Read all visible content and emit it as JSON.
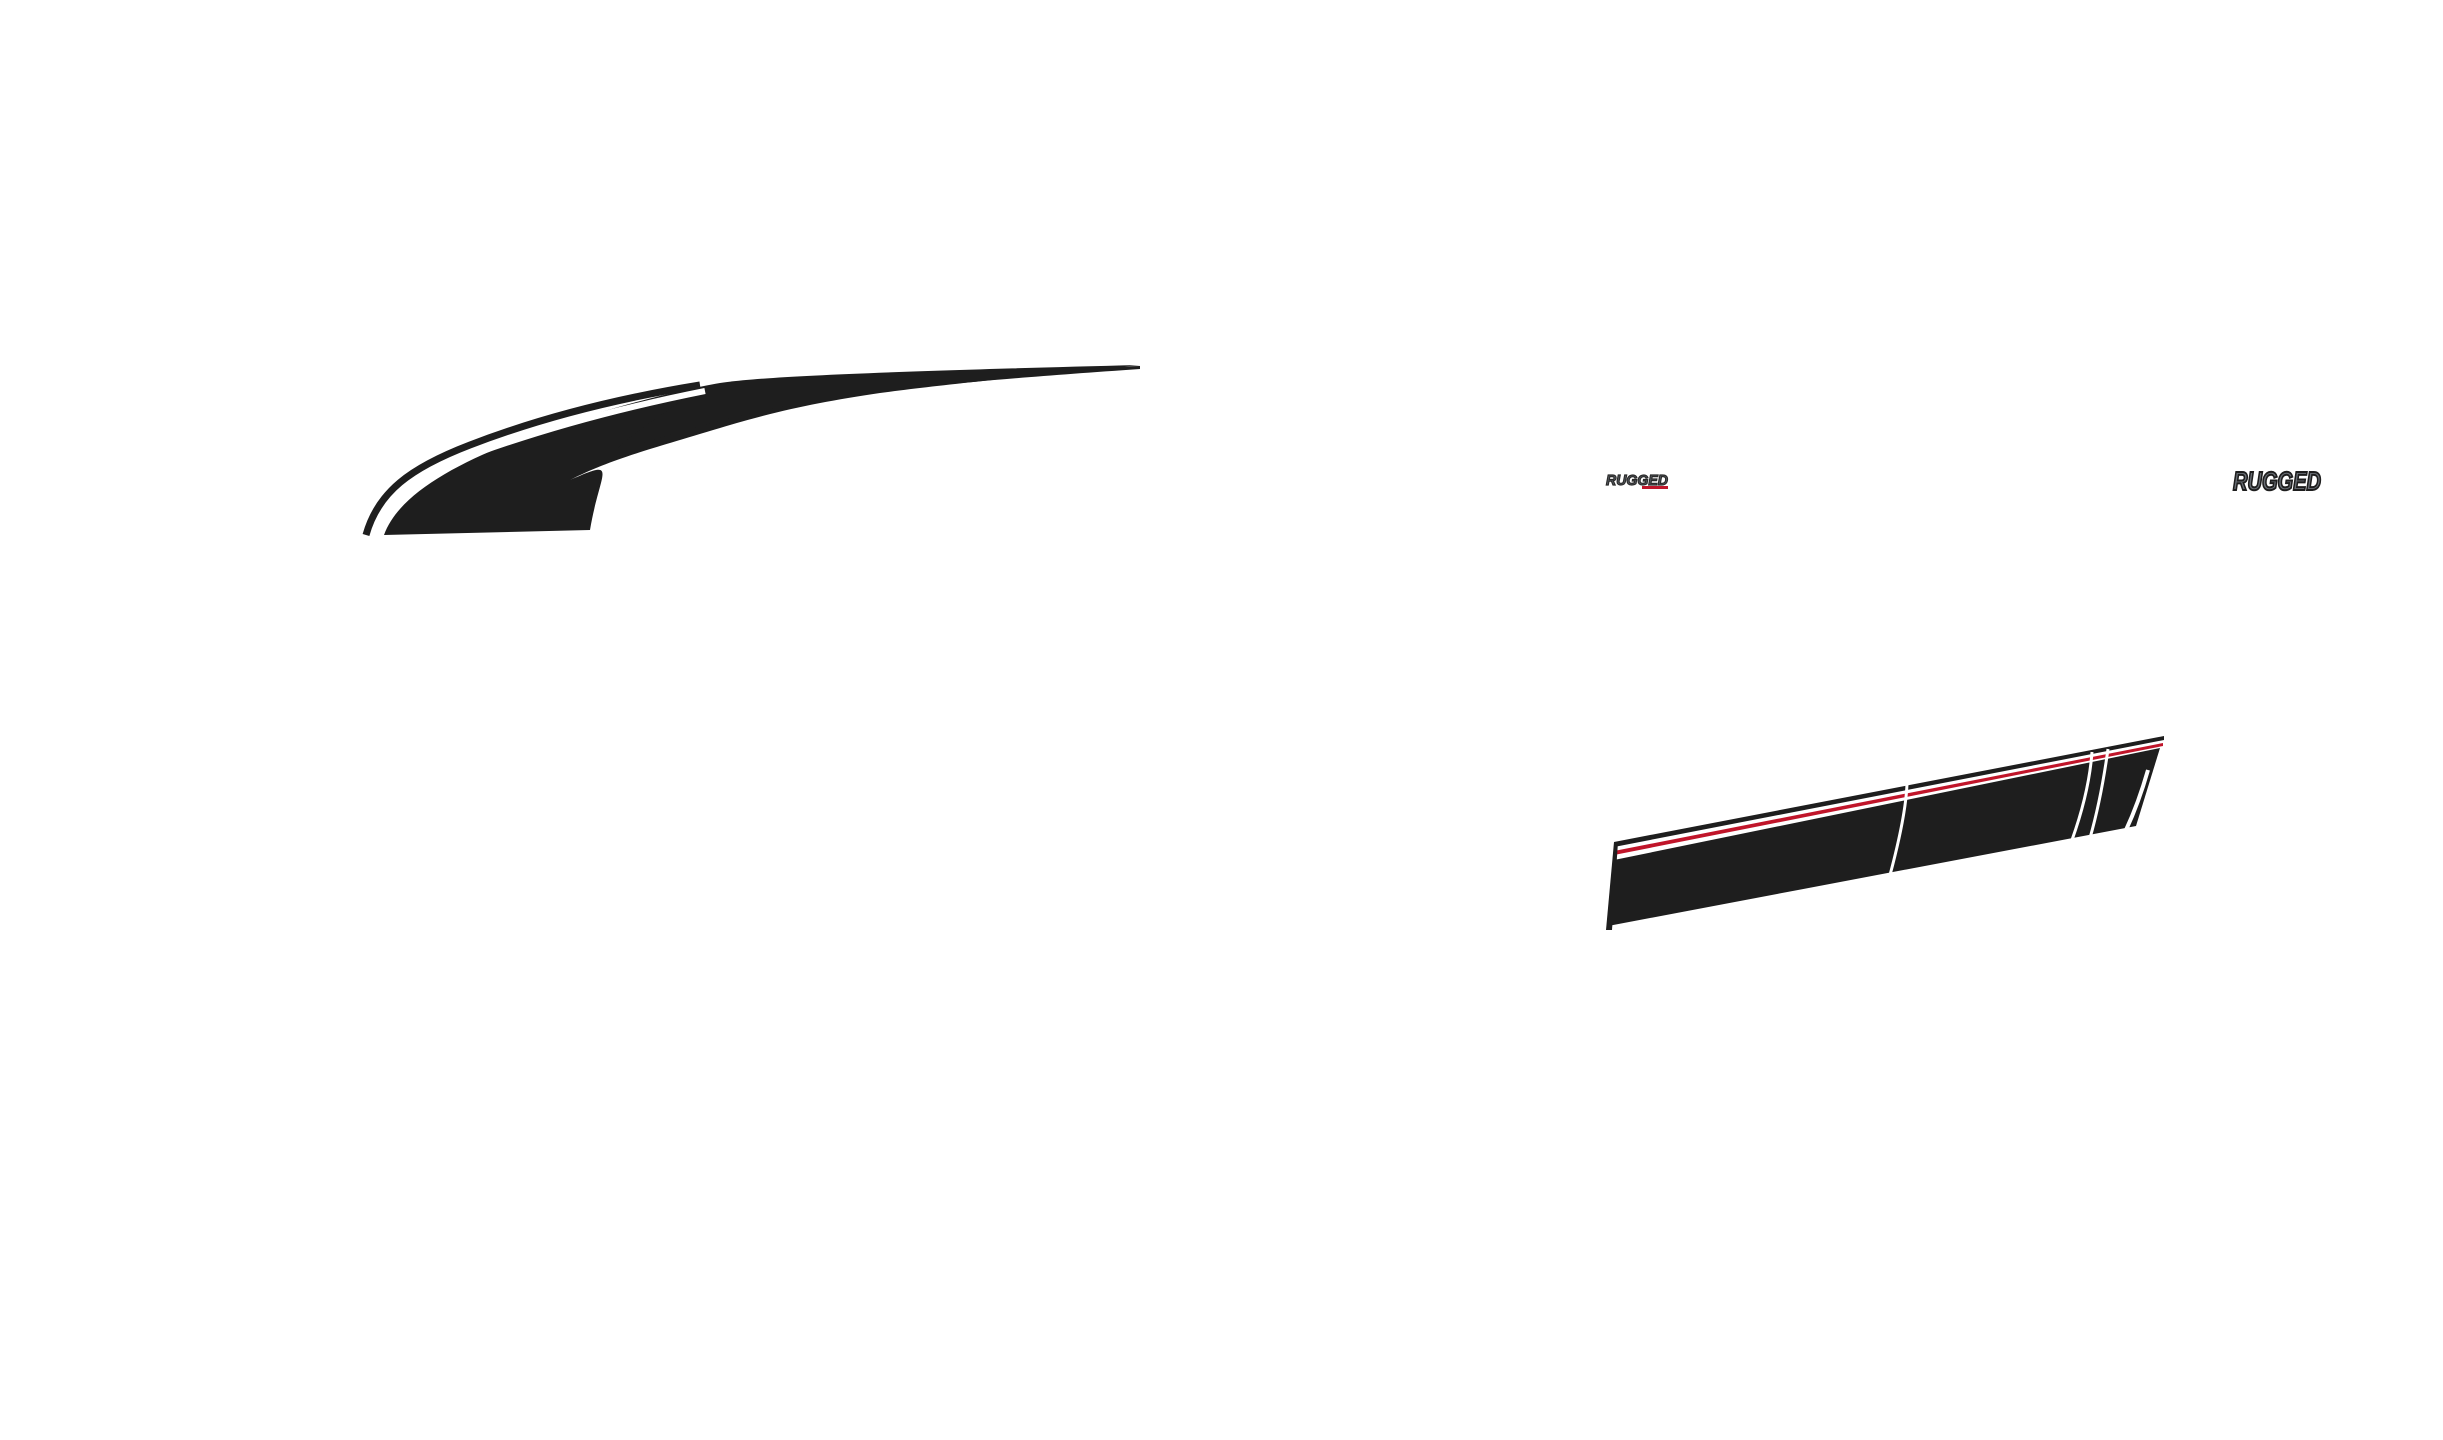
{
  "canvas": {
    "background_color": "#ffffff"
  },
  "colors": {
    "decal_black": "#1e1e1e",
    "accent_red": "#c0152a",
    "stripe_white": "#ffffff",
    "logo_gray": "#555a60",
    "logo_outline": "#2a2a2a"
  },
  "decals": {
    "hood_swoosh": {
      "icon": "hood-swoosh-decal"
    },
    "side_stripe": {
      "icon": "side-stripe-decal"
    }
  },
  "badges": {
    "small_logo": {
      "text": "RUGGED"
    },
    "large_logo": {
      "text": "RUGGED"
    }
  }
}
